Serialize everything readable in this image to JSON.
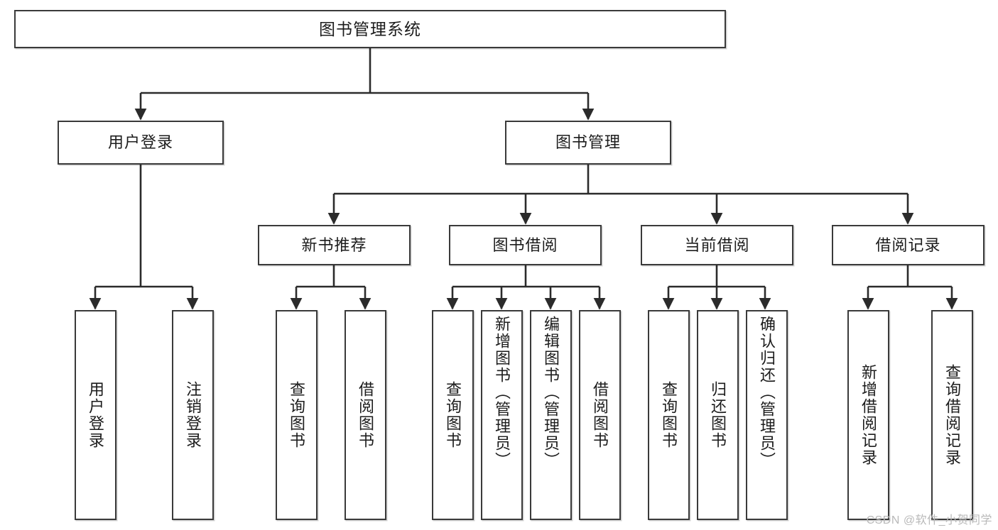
{
  "diagram": {
    "title": "图书管理系统",
    "type": "tree",
    "watermark": "CSDN @软件_小贺同学",
    "colors": {
      "box_border": "#3a3a3a",
      "box_fill": "#ffffff",
      "connector": "#2b2b2b",
      "text": "#1c1c1c",
      "watermark": "#b9b9b9"
    },
    "levels": {
      "level0": [
        {
          "id": "root",
          "label": "图书管理系统"
        }
      ],
      "level1": [
        {
          "id": "user-login",
          "label": "用户登录",
          "parent": "root"
        },
        {
          "id": "book-manage",
          "label": "图书管理",
          "parent": "root"
        }
      ],
      "level2": [
        {
          "id": "new-book-rec",
          "label": "新书推荐",
          "parent": "book-manage"
        },
        {
          "id": "book-borrow",
          "label": "图书借阅",
          "parent": "book-manage"
        },
        {
          "id": "current-borrow",
          "label": "当前借阅",
          "parent": "book-manage"
        },
        {
          "id": "borrow-record",
          "label": "借阅记录",
          "parent": "book-manage"
        }
      ],
      "level3": [
        {
          "id": "leaf-user-login",
          "label": "用户登录",
          "parent": "user-login"
        },
        {
          "id": "leaf-logout",
          "label": "注销登录",
          "parent": "user-login"
        },
        {
          "id": "leaf-query-book-1",
          "label": "查询图书",
          "parent": "new-book-rec"
        },
        {
          "id": "leaf-borrow-book-1",
          "label": "借阅图书",
          "parent": "new-book-rec"
        },
        {
          "id": "leaf-query-book-2",
          "label": "查询图书",
          "parent": "book-borrow"
        },
        {
          "id": "leaf-add-book",
          "label": "新增图书（管理员）",
          "parent": "book-borrow"
        },
        {
          "id": "leaf-edit-book",
          "label": "编辑图书（管理员）",
          "parent": "book-borrow"
        },
        {
          "id": "leaf-borrow-book-2",
          "label": "借阅图书",
          "parent": "book-borrow"
        },
        {
          "id": "leaf-query-book-3",
          "label": "查询图书",
          "parent": "current-borrow"
        },
        {
          "id": "leaf-return-book",
          "label": "归还图书",
          "parent": "current-borrow"
        },
        {
          "id": "leaf-confirm-return",
          "label": "确认归还（管理员）",
          "parent": "current-borrow"
        },
        {
          "id": "leaf-add-record",
          "label": "新增借阅记录",
          "parent": "borrow-record"
        },
        {
          "id": "leaf-query-record",
          "label": "查询借阅记录",
          "parent": "borrow-record"
        }
      ]
    }
  }
}
